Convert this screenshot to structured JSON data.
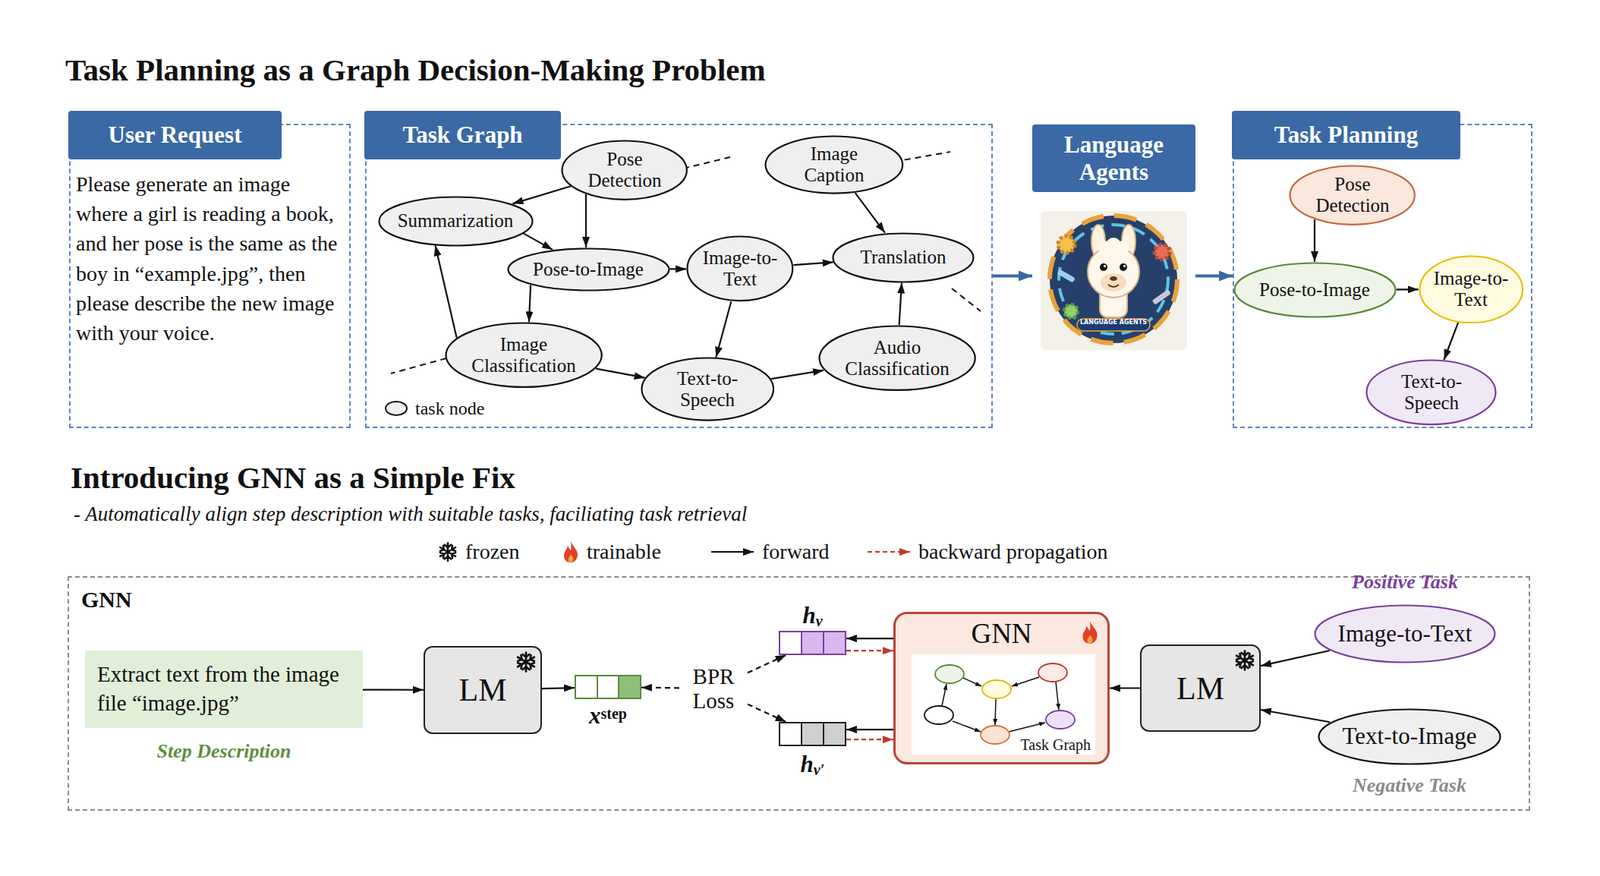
{
  "diagram": {
    "title": "Task Planning as a Graph Decision-Making Problem",
    "nodes": [
      {
        "text": [
          "User Request",
          "Please generate an image where a girl is reading a book, and her pose is the same as the boy in “example.jpg”, then please describe the new image with your voice."
        ]
      },
      {
        "text": [
          "Task Graph"
        ]
      },
      {
        "text": [
          "Pose Detection"
        ],
        "in": 1
      },
      {
        "text": [
          "Image Caption"
        ],
        "in": 1
      },
      {
        "text": [
          "Summarization"
        ],
        "in": 1
      },
      {
        "text": [
          "Pose-to-Image"
        ],
        "in": 1
      },
      {
        "text": [
          "Image-to-Text"
        ],
        "in": 1
      },
      {
        "text": [
          "Translation"
        ],
        "in": 1
      },
      {
        "text": [
          "Image Classification"
        ],
        "in": 1
      },
      {
        "text": [
          "Text-to-Speech"
        ],
        "in": 1
      },
      {
        "text": [
          "Audio Classification"
        ],
        "in": 1
      },
      {
        "text": [
          "Language Agents"
        ]
      },
      {
        "text": [
          "Task Planning"
        ]
      },
      {
        "text": [
          "Pose Detection"
        ],
        "in": 12
      },
      {
        "text": [
          "Pose-to-Image"
        ],
        "in": 12
      },
      {
        "text": [
          "Image-to-Text"
        ],
        "in": 12
      },
      {
        "text": [
          "Text-to-Speech"
        ],
        "in": 12
      },
      {
        "text": [
          "GNN"
        ]
      },
      {
        "text": [
          "Extract text from the image file “image.jpg”",
          "Step Description"
        ],
        "in": 17
      },
      {
        "text": [
          "LM"
        ],
        "in": 17
      },
      {
        "text": [
          "x",
          "step"
        ],
        "in": 17
      },
      {
        "text": [
          "BPR Loss"
        ],
        "in": 17
      },
      {
        "text": [
          "h",
          "v"
        ],
        "in": 17
      },
      {
        "text": [
          "h",
          "v′"
        ],
        "in": 17
      },
      {
        "text": [
          "GNN"
        ],
        "in": 17
      },
      {
        "text": [
          "Task Graph"
        ],
        "in": 24
      },
      {
        "text": [
          "LM"
        ],
        "in": 17
      },
      {
        "text": [
          "Image-to-Text",
          "Positive Task"
        ],
        "in": 17
      },
      {
        "text": [
          "Text-to-Image",
          "Negative Task"
        ],
        "in": 17
      }
    ],
    "edges": [
      {
        "from": 2,
        "to": 4,
        "arrow": "to"
      },
      {
        "from": 2,
        "to": 5,
        "arrow": "to"
      },
      {
        "from": 4,
        "to": 5,
        "arrow": "to"
      },
      {
        "from": 5,
        "to": 6,
        "arrow": "to"
      },
      {
        "from": 5,
        "to": 8,
        "arrow": "to"
      },
      {
        "from": 8,
        "to": 4,
        "arrow": "to"
      },
      {
        "from": 8,
        "to": 9,
        "arrow": "to"
      },
      {
        "from": 6,
        "to": 7,
        "arrow": "to"
      },
      {
        "from": 6,
        "to": 9,
        "arrow": "to"
      },
      {
        "from": 3,
        "to": 7,
        "arrow": "to"
      },
      {
        "from": 9,
        "to": 10,
        "arrow": "to"
      },
      {
        "from": 10,
        "to": 7,
        "arrow": "to"
      },
      {
        "from": 1,
        "to": 11,
        "arrow": "to"
      },
      {
        "from": 11,
        "to": 12,
        "arrow": "to"
      },
      {
        "from": 13,
        "to": 14,
        "arrow": "to"
      },
      {
        "from": 14,
        "to": 15,
        "arrow": "to"
      },
      {
        "from": 15,
        "to": 16,
        "arrow": "to"
      },
      {
        "from": 18,
        "to": 19,
        "arrow": "to"
      },
      {
        "from": 19,
        "to": 20,
        "arrow": "to"
      },
      {
        "from": 21,
        "to": 20,
        "arrow": "to"
      },
      {
        "from": 21,
        "to": 22,
        "arrow": "to"
      },
      {
        "from": 21,
        "to": 23,
        "arrow": "to"
      },
      {
        "from": 24,
        "to": 22,
        "arrow": "to"
      },
      {
        "from": 22,
        "to": 24,
        "arrow": "to"
      },
      {
        "from": 24,
        "to": 23,
        "arrow": "to"
      },
      {
        "from": 23,
        "to": 24,
        "arrow": "to"
      },
      {
        "from": 26,
        "to": 24,
        "arrow": "to"
      },
      {
        "from": 27,
        "to": 26,
        "arrow": "to"
      },
      {
        "from": 28,
        "to": 26,
        "arrow": "to"
      }
    ],
    "labels": [
      "Introducing GNN as a Simple Fix",
      "- Automatically align step description with suitable tasks, faciliating task retrieval",
      "LANGUAGE AGENTS"
    ],
    "legend": [
      {
        "text": "task node"
      },
      {
        "text": "frozen"
      },
      {
        "text": "trainable"
      },
      {
        "text": "forward"
      },
      {
        "text": "backward propagation"
      }
    ]
  }
}
